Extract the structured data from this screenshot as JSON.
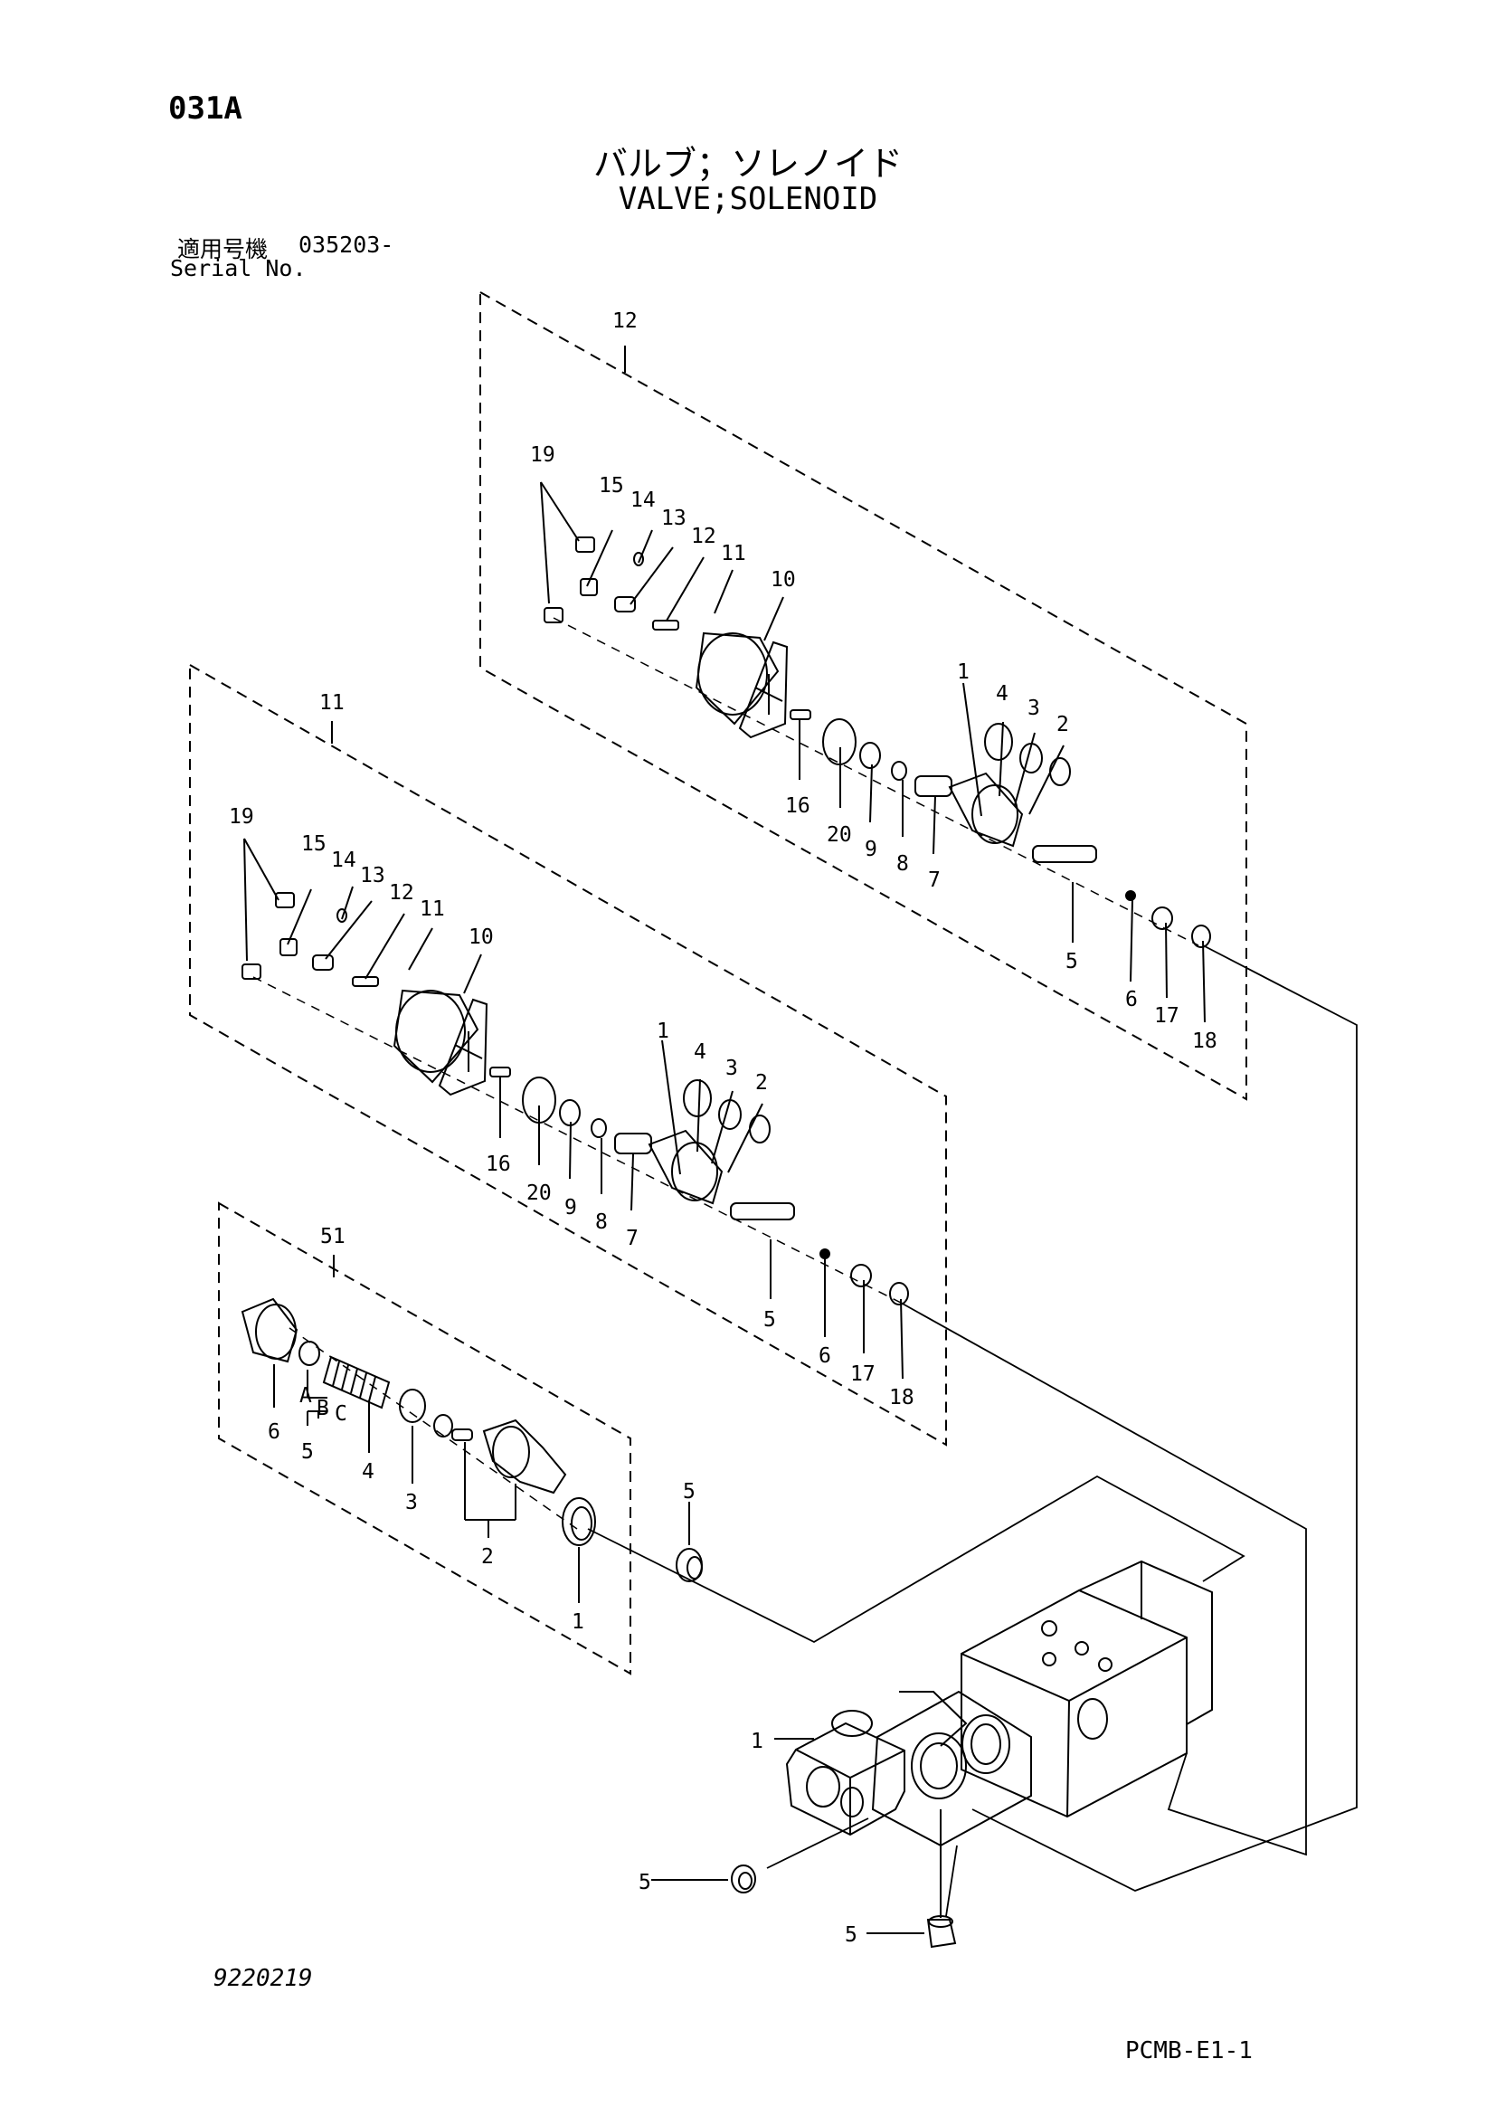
{
  "header": {
    "code": "031A",
    "title_jp": "バルブ；ソレノイド",
    "title_en": "VALVE;SOLENOID",
    "serial_label_jp": "適用号機",
    "serial_number": "035203-",
    "serial_label_en": "Serial No."
  },
  "footer": {
    "drawing_number": "9220219",
    "page_code": "PCMB-E1-1"
  },
  "assemblies": [
    {
      "id": "12",
      "parts": [
        "1",
        "2",
        "3",
        "4",
        "5",
        "6",
        "7",
        "8",
        "9",
        "10",
        "11",
        "12",
        "13",
        "14",
        "15",
        "16",
        "17",
        "18",
        "19",
        "20"
      ]
    },
    {
      "id": "11",
      "parts": [
        "1",
        "2",
        "3",
        "4",
        "5",
        "6",
        "7",
        "8",
        "9",
        "10",
        "11",
        "12",
        "13",
        "14",
        "15",
        "16",
        "17",
        "18",
        "19",
        "20"
      ]
    },
    {
      "id": "51",
      "parts": [
        "1",
        "2",
        "3",
        "4",
        "5",
        "6"
      ],
      "sub_labels": [
        "A",
        "B",
        "C"
      ]
    }
  ],
  "body_callouts": [
    "1",
    "5",
    "5",
    "5"
  ]
}
